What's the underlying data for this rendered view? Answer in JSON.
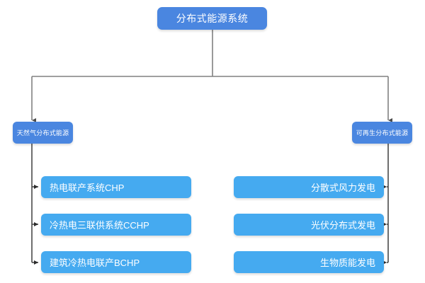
{
  "diagram": {
    "type": "tree",
    "orientation": "top-down",
    "root": {
      "label": "分布式能源系统"
    },
    "branches": [
      {
        "side": "left",
        "label": "天然气分布式能源",
        "leaves": [
          {
            "label": "热电联产系统CHP"
          },
          {
            "label": "冷热电三联供系统CCHP"
          },
          {
            "label": "建筑冷热电联产BCHP"
          }
        ]
      },
      {
        "side": "right",
        "label": "可再生分布式能源",
        "leaves": [
          {
            "label": "分散式风力发电"
          },
          {
            "label": "光伏分布式发电"
          },
          {
            "label": "生物质能发电"
          }
        ]
      }
    ]
  },
  "colors": {
    "root_box": "#4a86e0",
    "branch_box": "#4a86e0",
    "leaf_box": "#45aaf0",
    "connector": "#808080",
    "text": "#ffffff",
    "background": "#ffffff"
  }
}
